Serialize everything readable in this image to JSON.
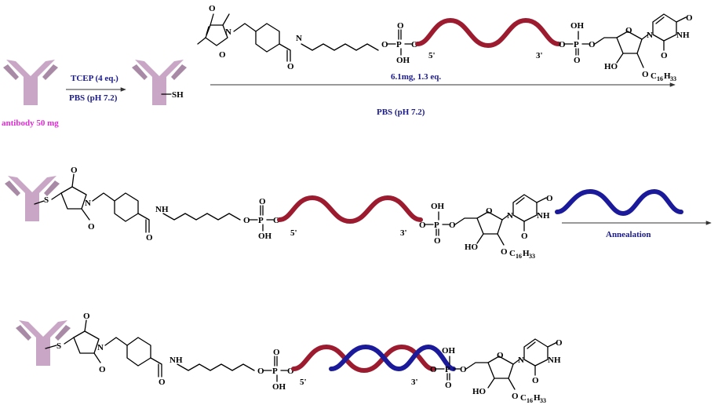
{
  "colors": {
    "antibody": "#c9a6c6",
    "antibody_dark": "#a98aa6",
    "strand_red": "#9c1b2f",
    "strand_blue": "#1a1a9a",
    "condition_text": "#1a1a8c",
    "antibody_label": "#e22ad6"
  },
  "step1": {
    "antibody_label": "antibody 50 mg",
    "reagent_top": "TCEP (4 eq.)",
    "reagent_bottom": "PBS (pH 7.2)",
    "thiol_label": "SH"
  },
  "step2": {
    "amount": "6.1mg, 1.3 eq.",
    "buffer": "PBS (pH 7.2)"
  },
  "step3": {
    "condition": "Annealation"
  },
  "atoms": {
    "O": "O",
    "N": "N",
    "NH": "NH",
    "S": "S",
    "P": "P",
    "OH": "OH",
    "HO": "HO",
    "OC": "O",
    "C16": "C",
    "C16_sub1": "16",
    "H33": "H",
    "H33_sub": "33",
    "five_prime": "5'",
    "three_prime": "3'"
  },
  "icons": [
    "antibody-icon",
    "dna-strand-icon",
    "reaction-arrow-icon"
  ]
}
